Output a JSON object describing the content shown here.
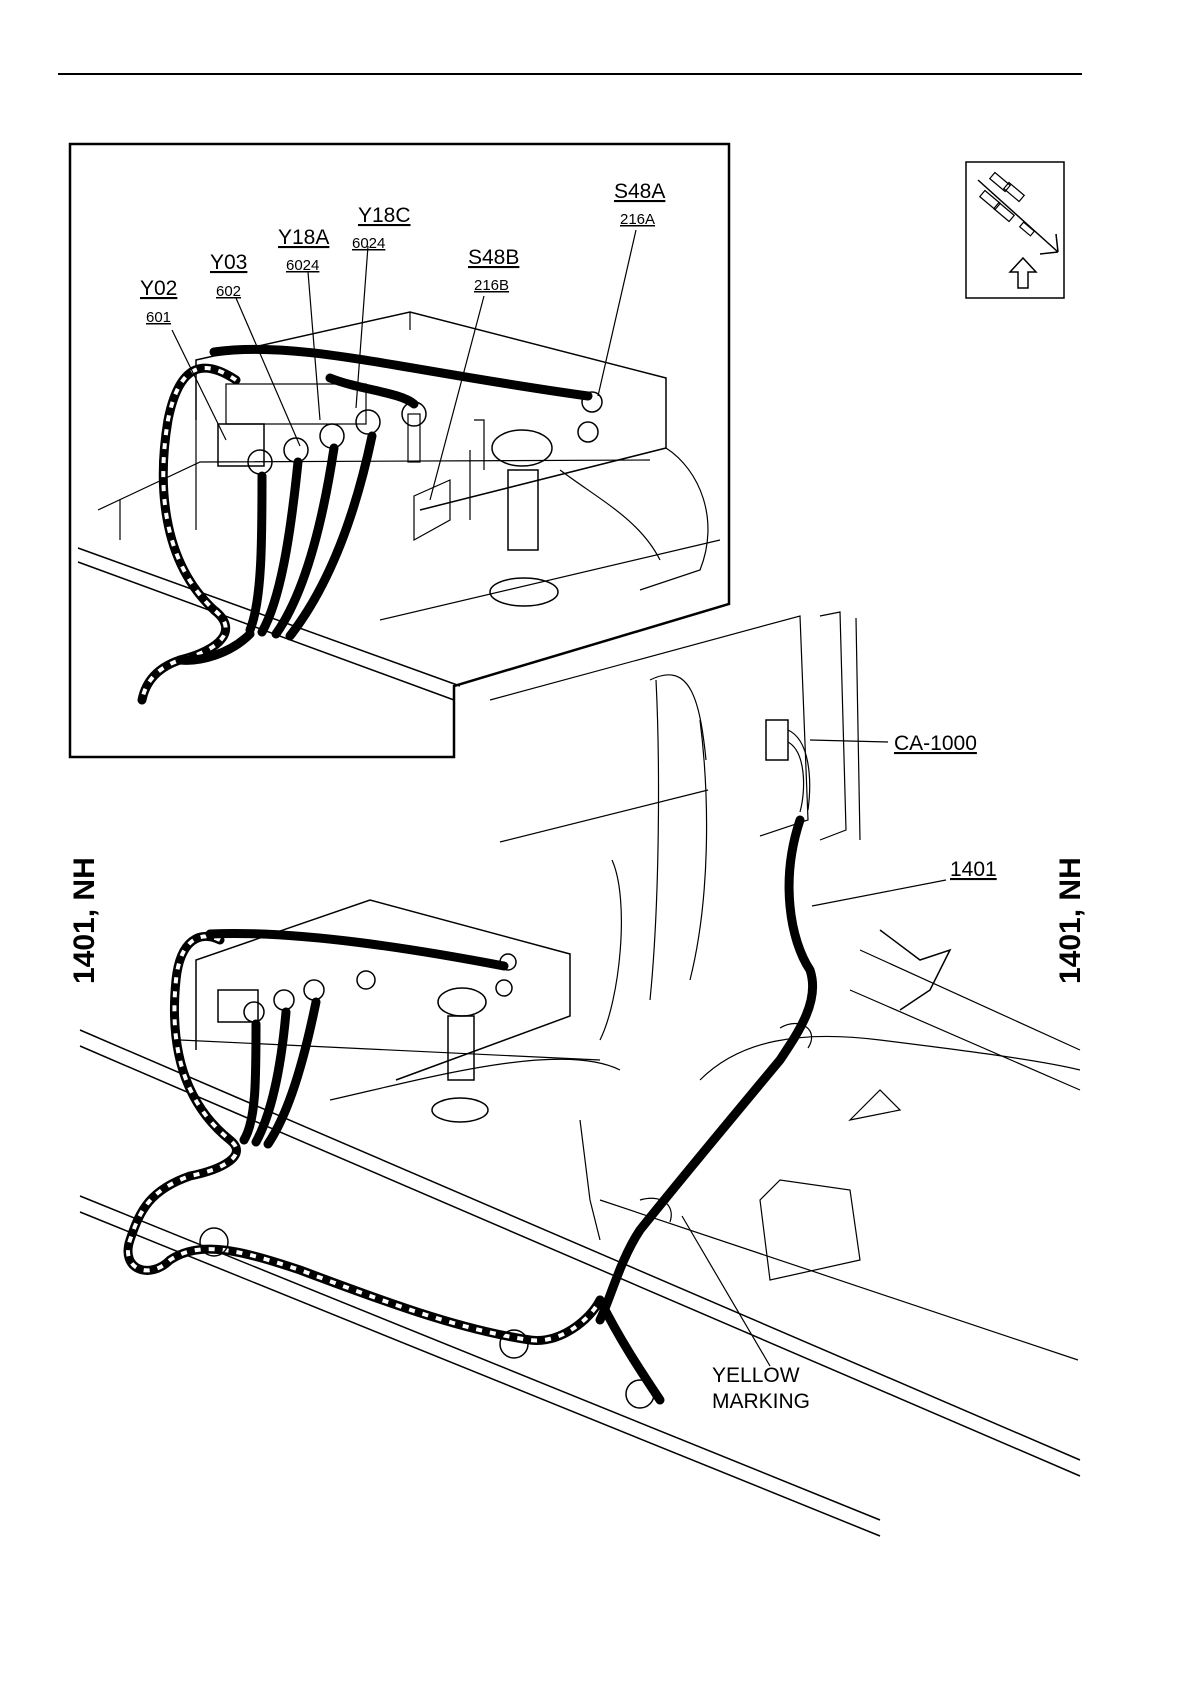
{
  "labels": {
    "y02": {
      "code": "Y02",
      "wire": "601"
    },
    "y03": {
      "code": "Y03",
      "wire": "602"
    },
    "y18a": {
      "code": "Y18A",
      "wire": "6024"
    },
    "y18c": {
      "code": "Y18C",
      "wire": "6024"
    },
    "s48b": {
      "code": "S48B",
      "wire": "216B"
    },
    "s48a": {
      "code": "S48A",
      "wire": "216A"
    },
    "connector": "CA-1000",
    "harness": "1401",
    "marking_line1": "YELLOW",
    "marking_line2": "MARKING"
  },
  "side_label": "1401, NH",
  "icons": {
    "orientation": "orientation-arrow-icon"
  }
}
